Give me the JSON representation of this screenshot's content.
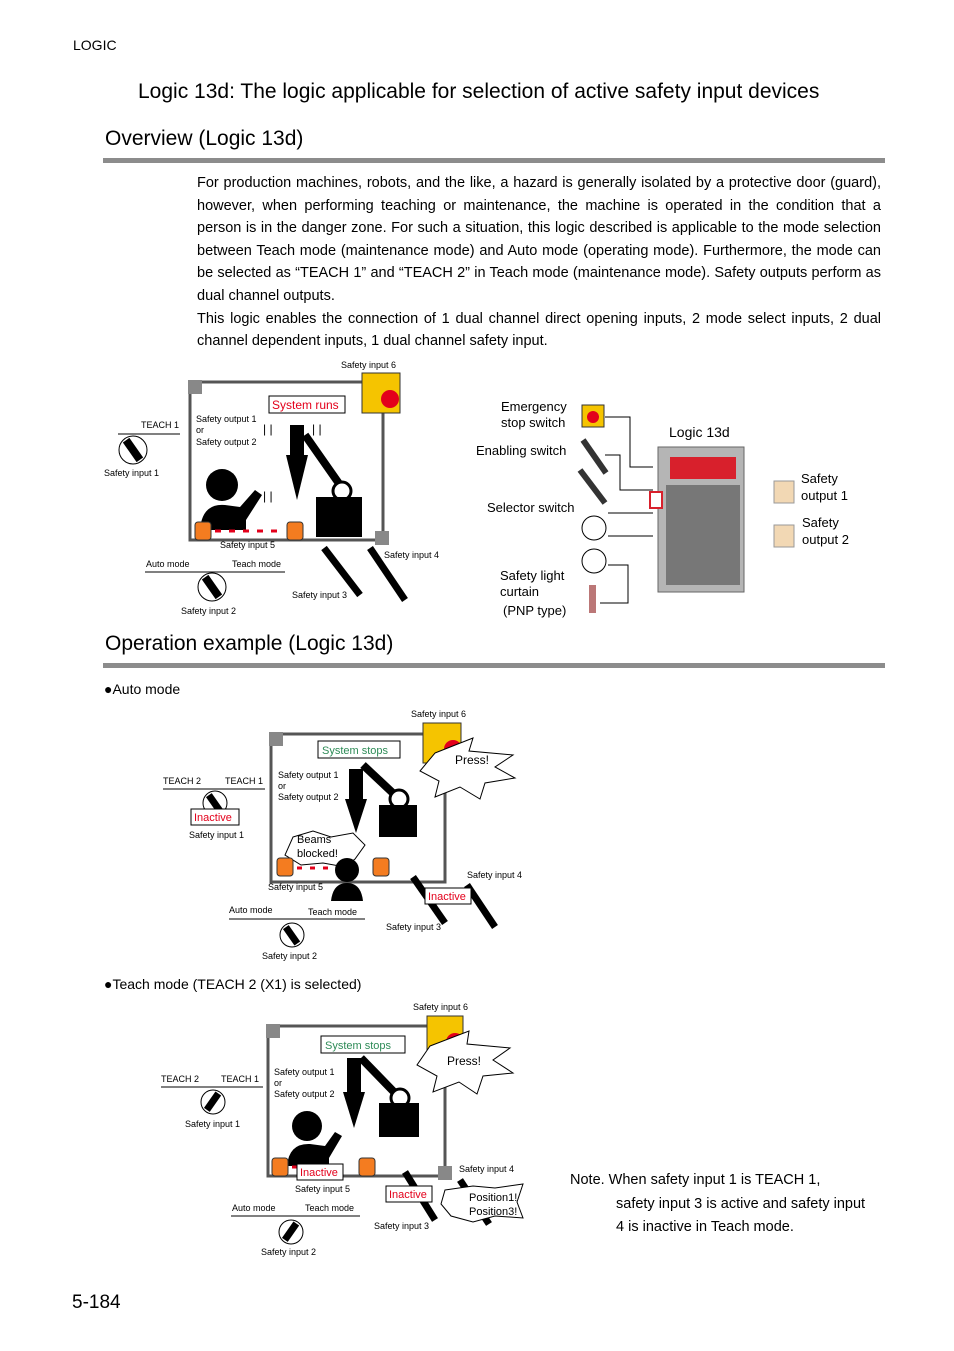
{
  "header": "LOGIC",
  "title": "Logic 13d: The logic applicable for selection of active safety input devices",
  "overview_heading": "Overview (Logic 13d)",
  "overview_paragraphs": [
    "For production machines, robots, and the like, a hazard is generally isolated by a protective door (guard), however, when performing teaching or maintenance, the machine is operated in the condition that a person is in the danger zone. For such a situation, this logic described is applicable to the mode selection between Teach mode (maintenance mode) and Auto mode (operating mode). Furthermore, the mode can be selected as “TEACH 1” and “TEACH 2” in Teach mode (maintenance mode). Safety outputs perform as dual channel outputs.",
    "This logic enables the connection of 1 dual channel direct opening inputs, 2 mode select inputs, 2 dual channel dependent inputs, 1 dual channel safety input."
  ],
  "overview_diagram": {
    "safety_input_6": "Safety input 6",
    "system_runs": "System runs",
    "teach_1": "TEACH 1",
    "safety_output_1": "Safety output 1",
    "or": "or",
    "safety_output_2": "Safety output 2",
    "safety_input_1": "Safety input 1",
    "safety_input_5": "Safety input 5",
    "safety_input_4": "Safety input 4",
    "auto_mode": "Auto mode",
    "teach_mode": "Teach mode",
    "safety_input_3": "Safety input 3",
    "safety_input_2": "Safety input 2"
  },
  "wiring_diagram": {
    "emergency_stop": [
      "Emergency",
      "stop switch"
    ],
    "enabling_switch": "Enabling switch",
    "selector_switch": "Selector switch",
    "light_curtain": [
      "Safety light",
      "curtain"
    ],
    "pnp": "(PNP type)",
    "logic_label": "Logic 13d",
    "out1": [
      "Safety",
      "output 1"
    ],
    "out2": [
      "Safety",
      "output 2"
    ]
  },
  "operation_heading": "Operation example (Logic 13d)",
  "auto_mode_bullet": "●Auto mode",
  "auto_diagram": {
    "safety_input_6": "Safety input 6",
    "system_stops": "System stops",
    "press": "Press!",
    "teach_2": "TEACH 2",
    "teach_1": "TEACH 1",
    "safety_output_1": "Safety output 1",
    "or": "or",
    "safety_output_2": "Safety output 2",
    "inactive": "Inactive",
    "safety_input_1": "Safety input 1",
    "beams": [
      "Beams",
      "blocked!"
    ],
    "safety_input_5": "Safety input 5",
    "safety_input_4": "Safety input 4",
    "inactive2": "Inactive",
    "auto_mode": "Auto mode",
    "teach_mode": "Teach mode",
    "safety_input_3": "Safety input 3",
    "safety_input_2": "Safety input 2"
  },
  "teach_bullet": "●Teach mode (TEACH 2 (X1) is selected)",
  "teach_diagram": {
    "safety_input_6": "Safety input 6",
    "system_stops": "System stops",
    "press": "Press!",
    "teach_2": "TEACH 2",
    "teach_1": "TEACH 1",
    "safety_output_1": "Safety output 1",
    "or": "or",
    "safety_output_2": "Safety output 2",
    "safety_input_1": "Safety input 1",
    "inactive": "Inactive",
    "safety_input_5": "Safety input 5",
    "safety_input_4": "Safety input 4",
    "inactive2": "Inactive",
    "positions": [
      "Position1!",
      "Position3!"
    ],
    "auto_mode": "Auto mode",
    "teach_mode": "Teach mode",
    "safety_input_3": "Safety input 3",
    "safety_input_2": "Safety input 2"
  },
  "note": [
    "Note. When safety input 1 is TEACH 1,",
    "safety input 3 is active and safety input 4 is inactive in Teach mode."
  ],
  "page_number": "5-184",
  "colors": {
    "rule": "#8c8c8c",
    "red": "#e3001b",
    "green": "#2e8b57",
    "orange": "#f47c20",
    "yellow": "#f5c400"
  }
}
